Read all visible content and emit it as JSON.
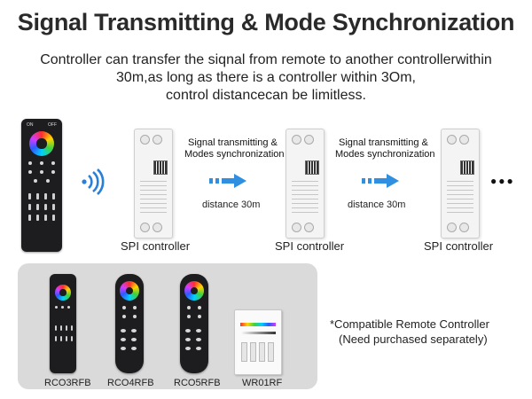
{
  "title": "Signal Transmitting & Mode Synchronization",
  "subtitle": {
    "line1": "Controller can transfer the siqnal from remote to another controllerwithin",
    "line2": "30m,as long as there is a controller within 3Om,",
    "line3": "control distancecan be limitless."
  },
  "main_remote": {
    "on_label": "ON",
    "off_label": "OFF"
  },
  "controllers": [
    {
      "label": "SPI controller"
    },
    {
      "label": "SPI controller"
    },
    {
      "label": "SPI controller"
    }
  ],
  "links": [
    {
      "line1": "Signal transmitting &",
      "line2": "Modes synchronization",
      "distance": "distance 30m"
    },
    {
      "line1": "Signal transmitting &",
      "line2": "Modes synchronization",
      "distance": "distance 30m"
    }
  ],
  "ellipsis": "●●●",
  "compatible_remotes": [
    {
      "model": "RCO3RFB"
    },
    {
      "model": "RCO4RFB"
    },
    {
      "model": "RCO5RFB"
    },
    {
      "model": "WR01RF"
    }
  ],
  "compat_note": {
    "line1": "*Compatible Remote Controller",
    "line2": "(Need purchased separately)"
  },
  "colors": {
    "arrow_blue": "#2f8fe0",
    "wifi_blue": "#2a7fd6",
    "remote_body": "#1d1d1f",
    "panel_bg": "#dadada"
  }
}
